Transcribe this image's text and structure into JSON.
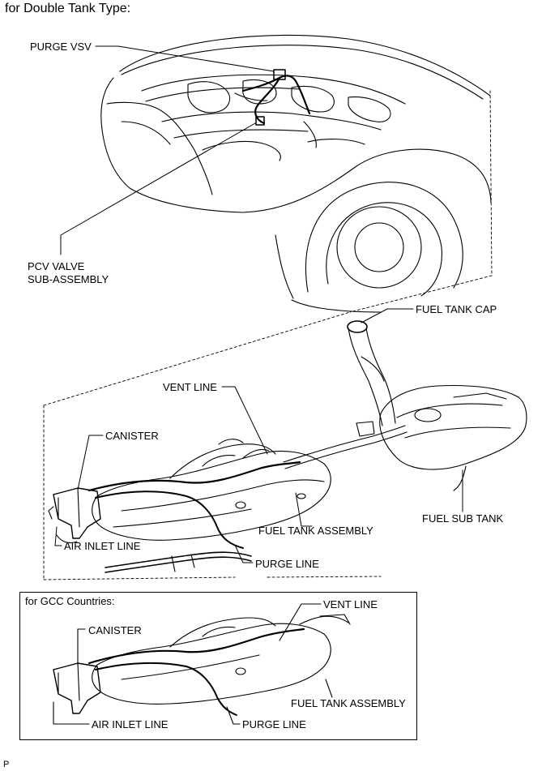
{
  "title": "for Double Tank Type:",
  "labels": {
    "purge_vsv": "PURGE VSV",
    "pcv_valve_line1": "PCV VALVE",
    "pcv_valve_line2": "SUB-ASSEMBLY",
    "fuel_tank_cap": "FUEL TANK CAP",
    "vent_line": "VENT LINE",
    "canister": "CANISTER",
    "fuel_sub_tank": "FUEL SUB TANK",
    "fuel_tank_assembly": "FUEL TANK ASSEMBLY",
    "air_inlet_line": "AIR INLET LINE",
    "purge_line": "PURGE LINE"
  },
  "gcc": {
    "title": "for GCC Countries:",
    "vent_line": "VENT LINE",
    "canister": "CANISTER",
    "fuel_tank_assembly": "FUEL TANK ASSEMBLY",
    "air_inlet_line": "AIR INLET LINE",
    "purge_line": "PURGE LINE"
  },
  "footer_mark": "P"
}
